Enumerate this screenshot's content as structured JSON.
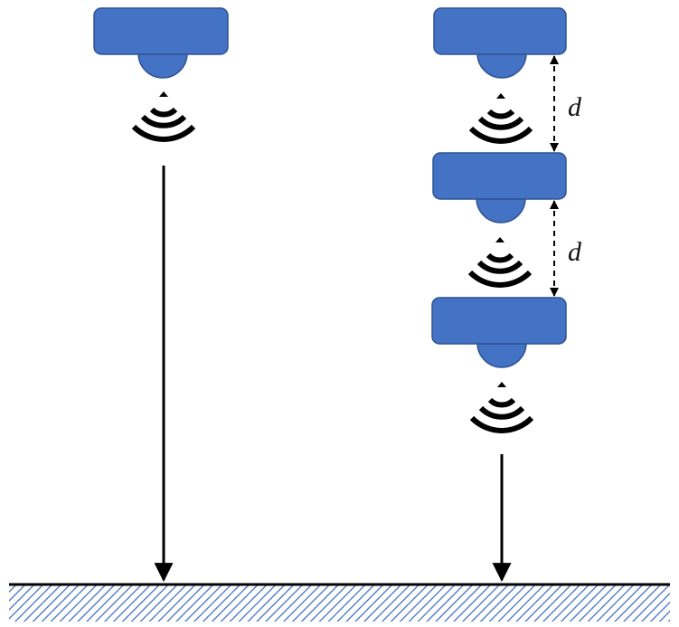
{
  "colors": {
    "sensor_fill": "#4472C4",
    "sensor_stroke": "#2F528F",
    "ink": "#000000",
    "ground_hatch": "#4472C4"
  },
  "icons": {
    "sensor": "sensor-housing",
    "signal": "signal-waves-icon"
  },
  "left_configuration": {
    "sensor_count": 1
  },
  "right_configuration": {
    "sensor_count": 3,
    "spacing_labels": [
      "d",
      "d"
    ]
  }
}
